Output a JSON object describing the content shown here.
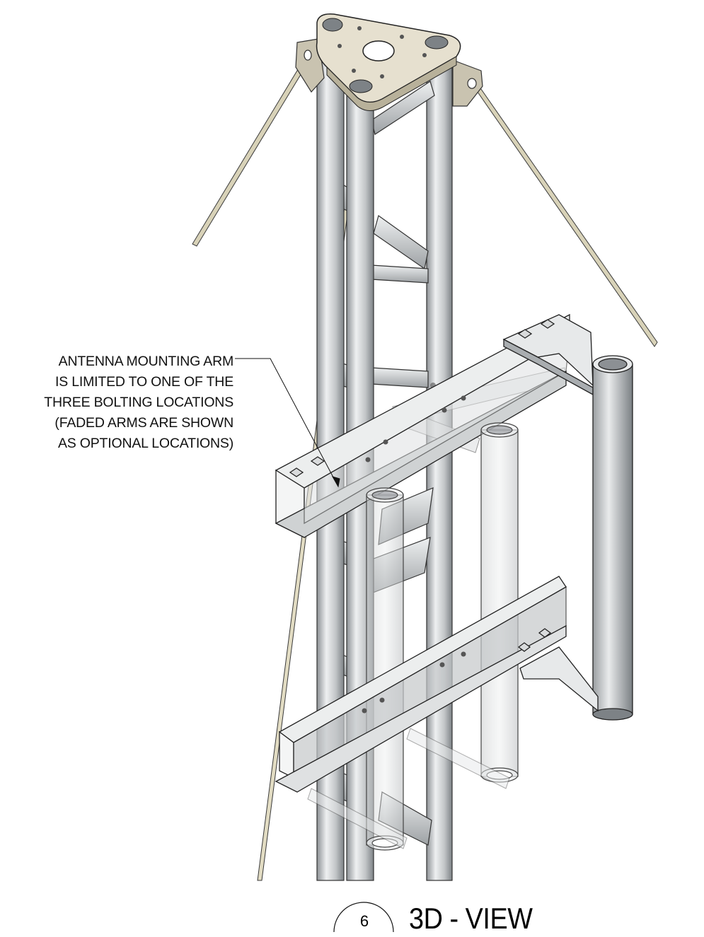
{
  "callout": {
    "lines": [
      "ANTENNA MOUNTING ARM",
      "IS LIMITED TO ONE OF THE",
      "THREE BOLTING LOCATIONS",
      "(FADED ARMS ARE SHOWN",
      "AS OPTIONAL LOCATIONS)"
    ]
  },
  "view": {
    "number": "6",
    "title": "3D - VIEW"
  },
  "colors": {
    "steel_light": "#e3e5e6",
    "steel_mid": "#b9bcbe",
    "steel_dark": "#6f7478",
    "top_plate": "#e6e0cf",
    "guy_wire": "#d8d2b8",
    "line": "#222222"
  }
}
